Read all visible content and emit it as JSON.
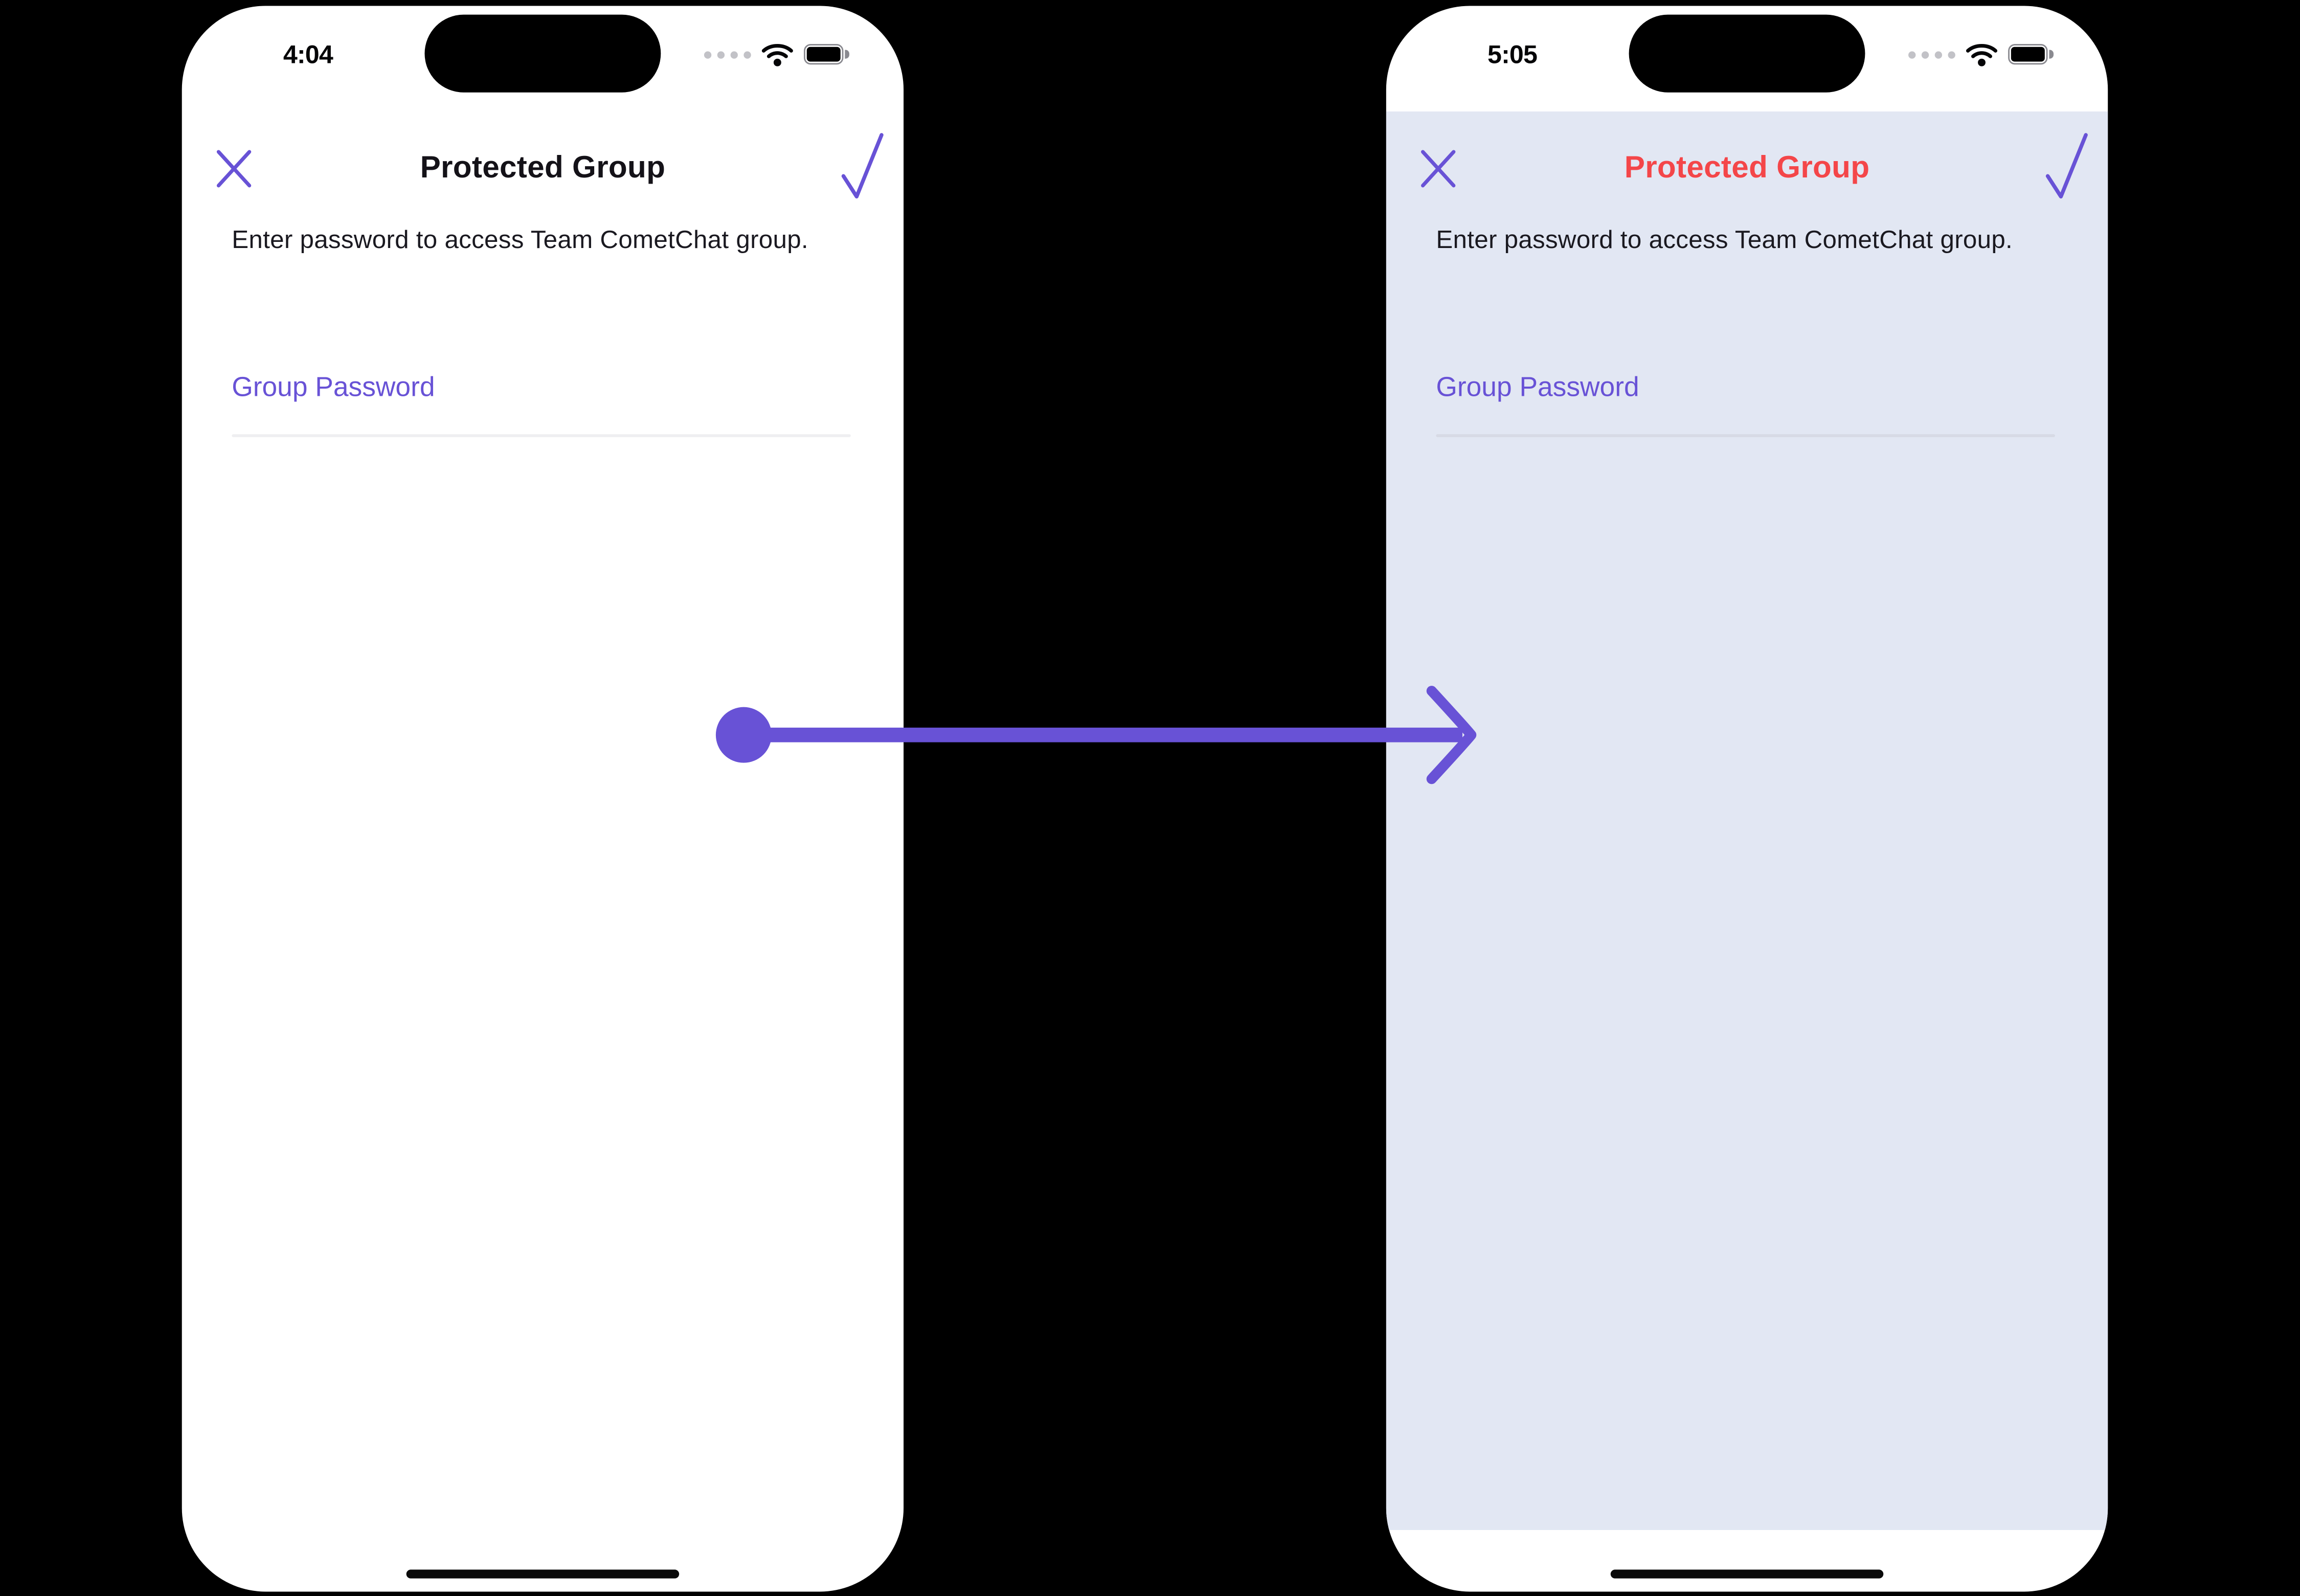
{
  "colors": {
    "primary_purple": "#6852D6",
    "error_red_title": "#F44649",
    "left_screen_bg": "#FFFFFF",
    "right_screen_bg": "#E2E7F3",
    "text_dark": "#1A1920",
    "underline_left": "#EFEFF1",
    "underline_right": "#D7DAE5",
    "page_bg": "#000000"
  },
  "annotation_arrow": {
    "color": "#6852D6",
    "direction": "left-to-right"
  },
  "phones": [
    {
      "variant": "default-theme",
      "status_bar": {
        "time": "4:04"
      },
      "nav": {
        "title": "Protected Group",
        "title_color": "#141218",
        "close_icon": "x",
        "confirm_icon": "check"
      },
      "description": "Enter password to access Team CometChat group.",
      "field": {
        "placeholder": "Group Password",
        "value": ""
      }
    },
    {
      "variant": "custom-theme",
      "status_bar": {
        "time": "5:05"
      },
      "nav": {
        "title": "Protected Group",
        "title_color": "#F44649",
        "close_icon": "x",
        "confirm_icon": "check"
      },
      "description": "Enter password to access Team CometChat group.",
      "field": {
        "placeholder": "Group Password",
        "value": ""
      }
    }
  ]
}
